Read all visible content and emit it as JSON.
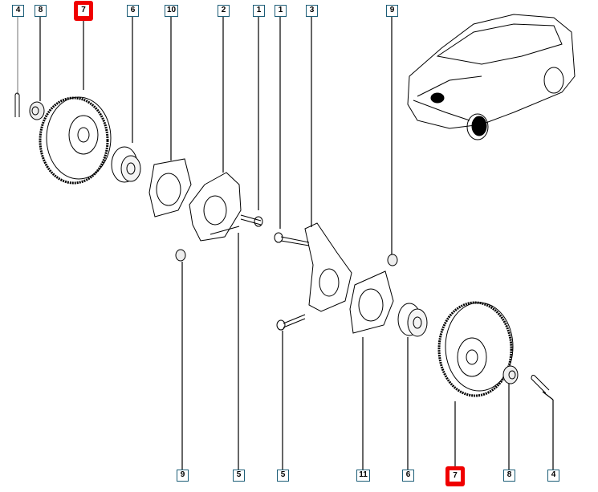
{
  "top_labels": [
    {
      "num": "4",
      "highlighted": false
    },
    {
      "num": "8",
      "highlighted": false
    },
    {
      "num": "7",
      "highlighted": true
    },
    {
      "num": "6",
      "highlighted": false
    },
    {
      "num": "10",
      "highlighted": false
    },
    {
      "num": "2",
      "highlighted": false
    },
    {
      "num": "1",
      "highlighted": false
    },
    {
      "num": "1",
      "highlighted": false
    },
    {
      "num": "3",
      "highlighted": false
    },
    {
      "num": "9",
      "highlighted": false
    }
  ],
  "bottom_labels": [
    {
      "num": "9",
      "highlighted": false
    },
    {
      "num": "5",
      "highlighted": false
    },
    {
      "num": "5",
      "highlighted": false
    },
    {
      "num": "11",
      "highlighted": false
    },
    {
      "num": "6",
      "highlighted": false
    },
    {
      "num": "7",
      "highlighted": true
    },
    {
      "num": "8",
      "highlighted": false
    },
    {
      "num": "4",
      "highlighted": false
    }
  ],
  "colors": {
    "label_border": "#1d5e78",
    "highlight": "#f00000",
    "line": "#000000"
  }
}
